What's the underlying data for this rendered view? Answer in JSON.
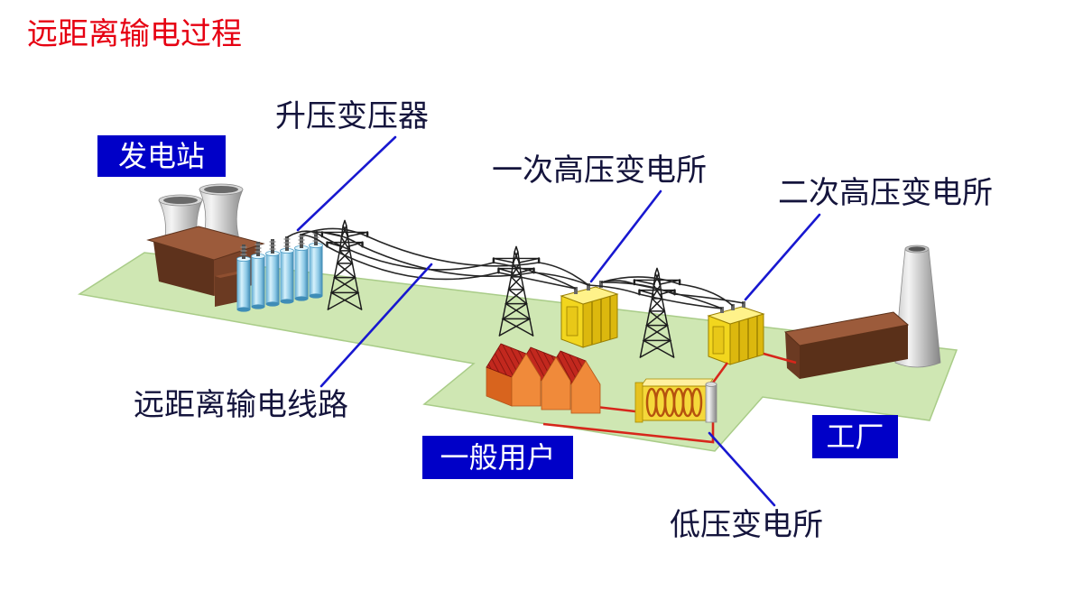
{
  "title": "远距离输电过程",
  "labels": {
    "power_station": "发电站",
    "step_up_transformer": "升压变压器",
    "primary_hv_substation": "一次高压变电所",
    "secondary_hv_substation": "二次高压变电所",
    "transmission_line": "远距离输电线路",
    "general_users": "一般用户",
    "factory": "工厂",
    "low_voltage_substation": "低压变电所"
  },
  "colors": {
    "title": "#e60012",
    "label_box": "#0000c8",
    "label_box_text": "#ffffff",
    "label_text": "#14143c",
    "leader_line": "#1818d0",
    "ground": "#cfe7b3",
    "distribution_line": "#d7261b"
  }
}
